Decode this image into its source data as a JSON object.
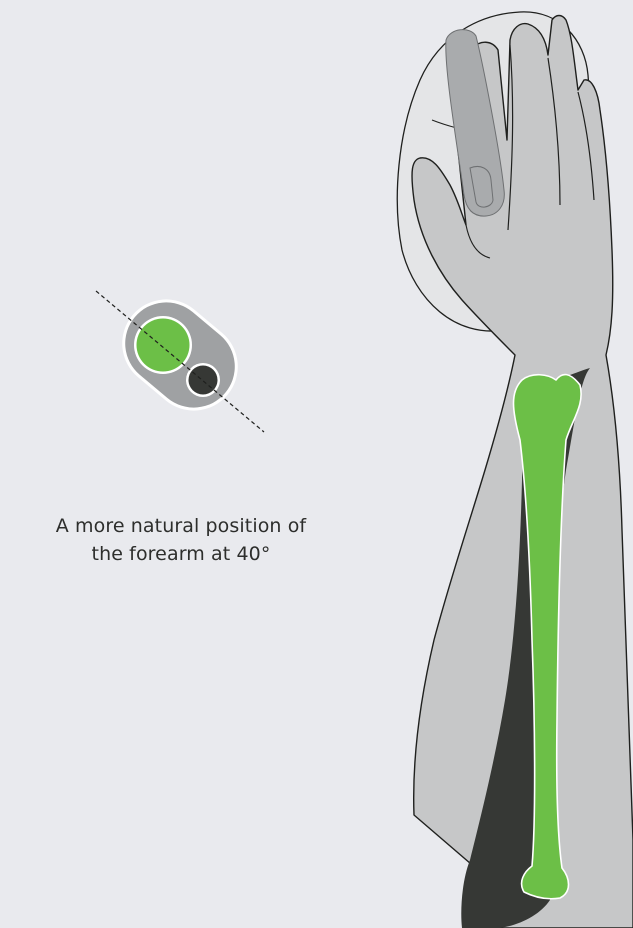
{
  "caption": {
    "line1": "A more natural position of",
    "line2": "the forearm at 40°"
  },
  "colors": {
    "background": "#e9eaee",
    "skin": "#c6c7c8",
    "bone_green": "#6cbf47",
    "bone_dark": "#363835",
    "outline": "#1f201e",
    "mouse_body": "#e4e5e7",
    "mouse_button": "#a9abad",
    "cross_section_outer": "#9fa1a3"
  },
  "icons": {
    "cross_section": "forearm-cross-section-icon",
    "arm": "forearm-with-mouse-illustration"
  }
}
